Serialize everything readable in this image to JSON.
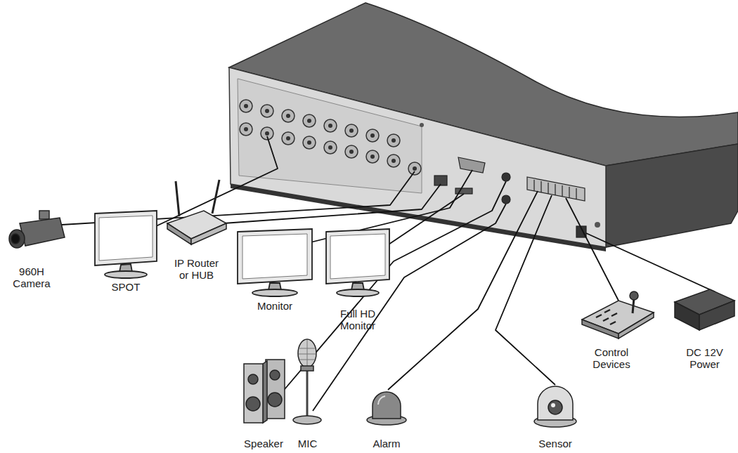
{
  "diagram": {
    "nodes": [
      {
        "text": [
          "960H Camera"
        ]
      },
      {
        "text": [
          "SPOT"
        ]
      },
      {
        "text": [
          "IP Router or HUB"
        ]
      },
      {
        "text": [
          "Monitor"
        ]
      },
      {
        "text": [
          "Full HD Monitor"
        ]
      },
      {
        "text": [
          "Control Devices"
        ]
      },
      {
        "text": [
          "DC 12V Power"
        ]
      },
      {
        "text": [
          "Speaker"
        ]
      },
      {
        "text": [
          "MIC"
        ]
      },
      {
        "text": [
          "Alarm"
        ]
      },
      {
        "text": [
          "Sensor"
        ]
      }
    ]
  }
}
